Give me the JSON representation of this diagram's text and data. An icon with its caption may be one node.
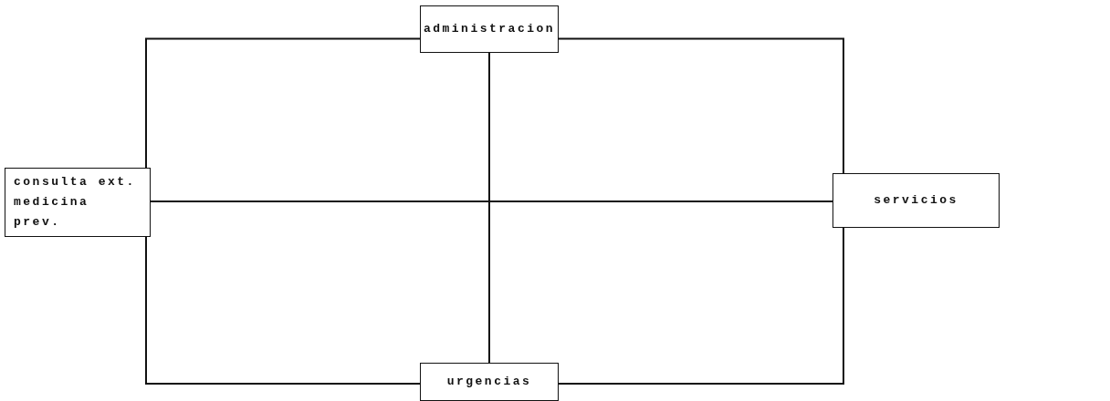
{
  "diagram": {
    "nodes": [
      {
        "text": [
          "administracion"
        ]
      },
      {
        "text": [
          "consulta ext. medicina prev."
        ]
      },
      {
        "text": [
          "servicios"
        ]
      },
      {
        "text": [
          "urgencias"
        ]
      }
    ],
    "edges": [
      {
        "from": 0,
        "to": 1,
        "arrow": "none"
      },
      {
        "from": 0,
        "to": 2,
        "arrow": "none"
      },
      {
        "from": 0,
        "to": 3,
        "arrow": "none"
      },
      {
        "from": 1,
        "to": 2,
        "arrow": "none"
      },
      {
        "from": 1,
        "to": 3,
        "arrow": "none"
      },
      {
        "from": 2,
        "to": 3,
        "arrow": "none"
      }
    ]
  }
}
